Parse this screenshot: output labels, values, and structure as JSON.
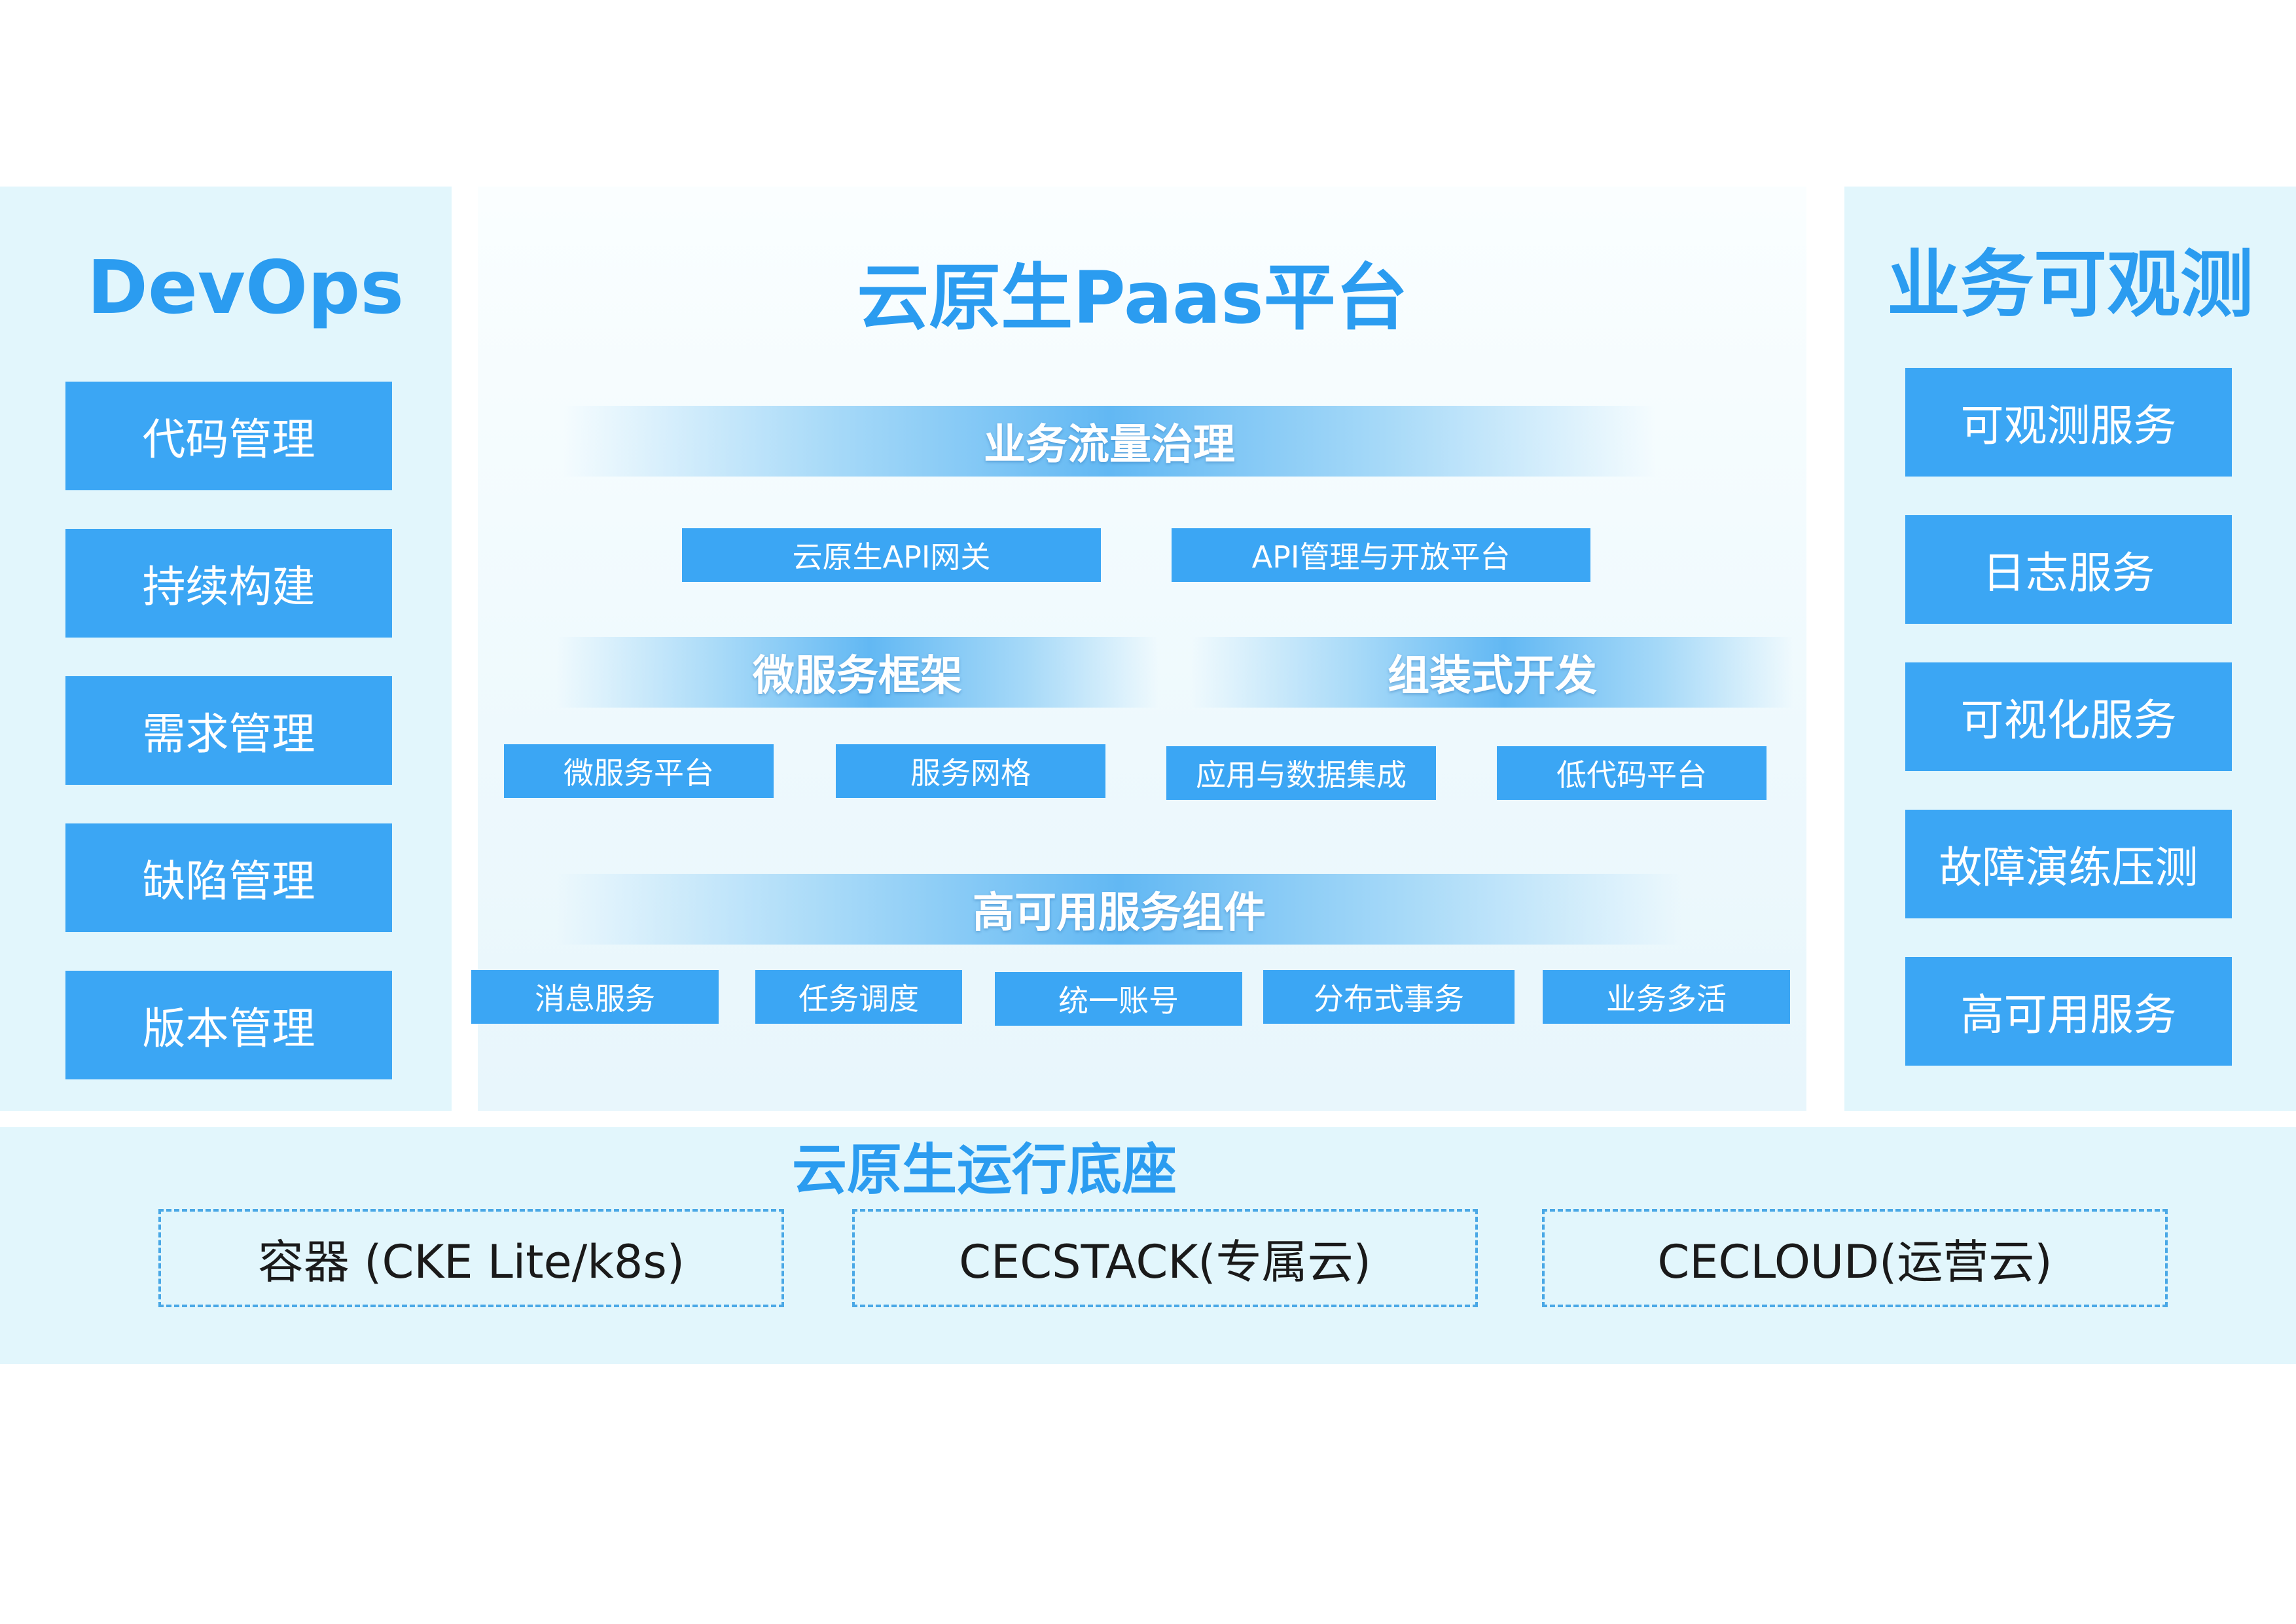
{
  "devops": {
    "title": "DevOps",
    "items": [
      "代码管理",
      "持续构建",
      "需求管理",
      "缺陷管理",
      "版本管理"
    ]
  },
  "paas": {
    "title": "云原生Paas平台",
    "traffic": {
      "title": "业务流量治理",
      "items": [
        "云原生API网关",
        "API管理与开放平台"
      ]
    },
    "microservice": {
      "title": "微服务框架",
      "items": [
        "微服务平台",
        "服务网格"
      ]
    },
    "composable": {
      "title": "组装式开发",
      "items": [
        "应用与数据集成",
        "低代码平台"
      ]
    },
    "ha_components": {
      "title": "高可用服务组件",
      "items": [
        "消息服务",
        "任务调度",
        "统一账号",
        "分布式事务",
        "业务多活"
      ]
    }
  },
  "observability": {
    "title": "业务可观测",
    "items": [
      "可观测服务",
      "日志服务",
      "可视化服务",
      "故障演练压测",
      "高可用服务"
    ]
  },
  "runtime": {
    "title": "云原生运行底座",
    "items": [
      "容器 (CKE Lite/k8s)",
      "CECSTACK(专属云)",
      "CECLOUD(运营云)"
    ]
  },
  "colors": {
    "panel_bg": "#e2f6fc",
    "box_blue": "#3ba6f4",
    "title_blue": "#2b9cf0",
    "dashed_border": "#4aa8e6"
  }
}
